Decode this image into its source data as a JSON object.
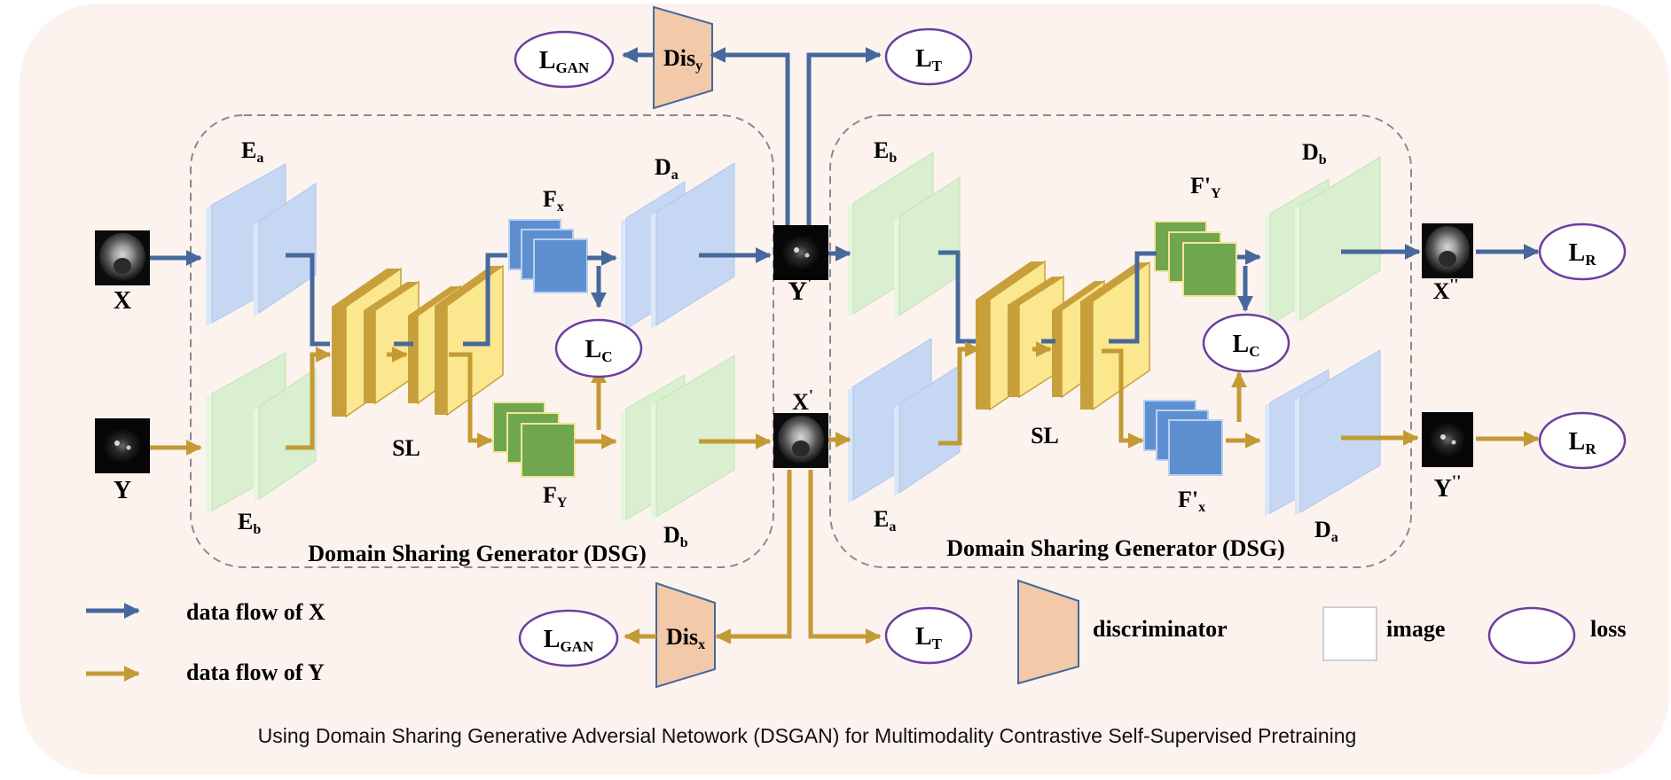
{
  "colors": {
    "background_panel": "#fcf3ef",
    "flow_x": "#46689c",
    "flow_y": "#c39a33",
    "encoder_blue_face": "#c5d7f2",
    "encoder_green_face": "#d9efcf",
    "shared_yellow_face": "#fbe78d",
    "shared_yellow_side": "#c7a03c",
    "feature_blue": "#5e8fd1",
    "feature_green": "#6fa64e",
    "discriminator_fill": "#f2c9a9",
    "loss_border": "#6a3fa0",
    "dashed_border": "#8a8a8a"
  },
  "inputs": {
    "x": {
      "base": "X",
      "sup": ""
    },
    "y": {
      "base": "Y",
      "sup": ""
    },
    "y_prime": {
      "base": "Y",
      "sup": "'"
    },
    "x_prime": {
      "base": "X",
      "sup": "'"
    },
    "x_dbl": {
      "base": "X",
      "sup": "''"
    },
    "y_dbl": {
      "base": "Y",
      "sup": "''"
    }
  },
  "generator_left": {
    "title": "Domain Sharing Generator (DSG)",
    "enc_top": {
      "base": "E",
      "sub": "a"
    },
    "enc_bottom": {
      "base": "E",
      "sub": "b"
    },
    "shared": "SL",
    "feat_top": {
      "base": "F",
      "sub": "x"
    },
    "feat_bottom": {
      "base": "F",
      "sub": "Y"
    },
    "dec_top": {
      "base": "D",
      "sub": "a"
    },
    "dec_bottom": {
      "base": "D",
      "sub": "b"
    },
    "loss_c": {
      "base": "L",
      "sub": "C"
    }
  },
  "generator_right": {
    "title": "Domain Sharing Generator (DSG)",
    "enc_top": {
      "base": "E",
      "sub": "b"
    },
    "enc_bottom": {
      "base": "E",
      "sub": "a"
    },
    "shared": "SL",
    "feat_top": {
      "base": "F'",
      "sub": "Y"
    },
    "feat_bottom": {
      "base": "F'",
      "sub": "x"
    },
    "dec_top": {
      "base": "D",
      "sub": "b"
    },
    "dec_bottom": {
      "base": "D",
      "sub": "a"
    },
    "loss_c": {
      "base": "L",
      "sub": "C"
    }
  },
  "discriminators": {
    "top": {
      "base": "Dis",
      "sub": "y"
    },
    "bottom": {
      "base": "Dis",
      "sub": "x"
    }
  },
  "losses": {
    "gan_top": {
      "base": "L",
      "sub": "GAN"
    },
    "t_top": {
      "base": "L",
      "sub": "T"
    },
    "gan_bottom": {
      "base": "L",
      "sub": "GAN"
    },
    "t_bottom": {
      "base": "L",
      "sub": "T"
    },
    "r_top": {
      "base": "L",
      "sub": "R"
    },
    "r_bottom": {
      "base": "L",
      "sub": "R"
    }
  },
  "legend": {
    "flow_x": "data flow of X",
    "flow_y": "data flow of Y",
    "discriminator": "discriminator",
    "image": "image",
    "loss": "loss"
  },
  "caption": "Using Domain Sharing Generative Adversial Netowork (DSGAN) for Multimodality Contrastive Self-Supervised Pretraining"
}
